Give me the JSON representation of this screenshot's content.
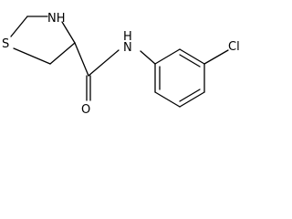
{
  "molecule": {
    "atoms": {
      "s": "S",
      "nh_ring": "NH",
      "nh_amide": "N",
      "nh_amide_h": "H",
      "o": "O",
      "cl": "Cl"
    }
  }
}
